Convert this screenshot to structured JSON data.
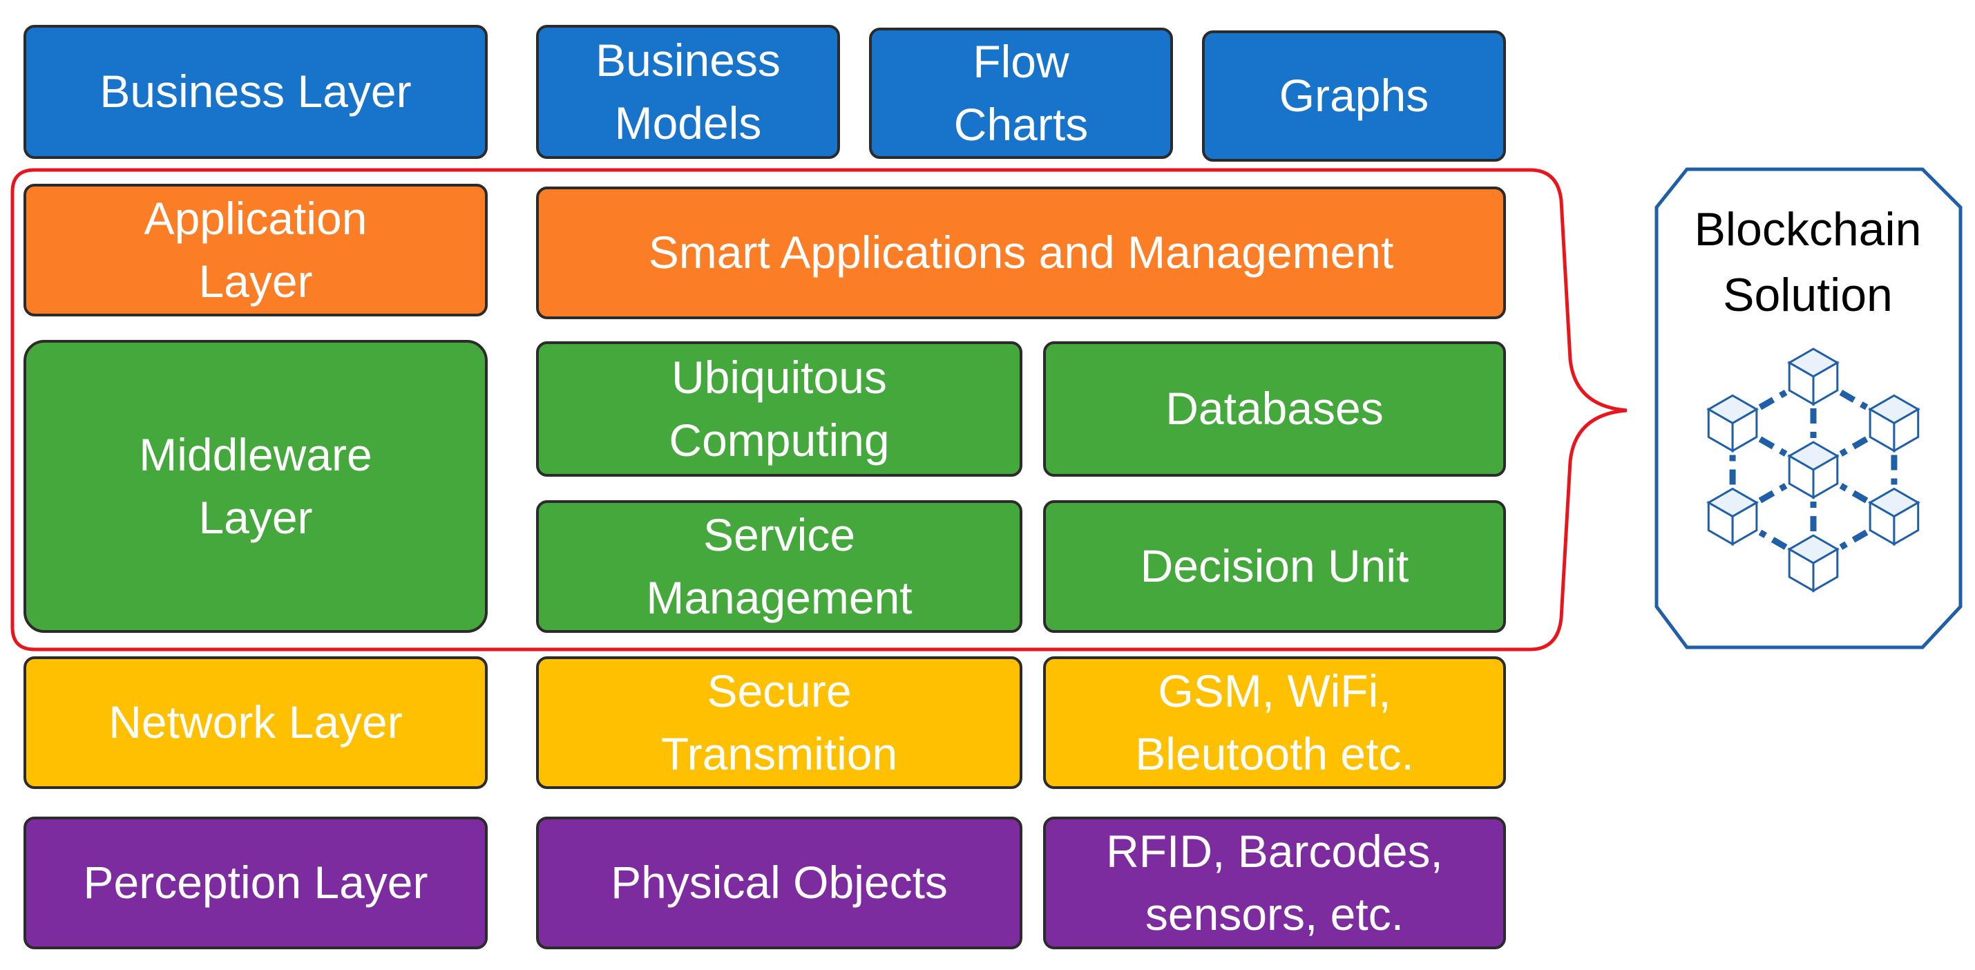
{
  "business": {
    "layer": "Business Layer",
    "models": "Business\nModels",
    "flow": "Flow\nCharts",
    "graphs": "Graphs"
  },
  "application": {
    "layer": "Application\nLayer",
    "smart": "Smart Applications and Management"
  },
  "middleware": {
    "layer": "Middleware\nLayer",
    "ubiquitous": "Ubiquitous\nComputing",
    "databases": "Databases",
    "service": "Service\nManagement",
    "decision": "Decision Unit"
  },
  "network": {
    "layer": "Network Layer",
    "secure": "Secure\nTransmition",
    "gsm": "GSM, WiFi,\nBleutooth etc."
  },
  "perception": {
    "layer": "Perception Layer",
    "objects": "Physical Objects",
    "rfid": "RFID, Barcodes,\nsensors, etc."
  },
  "blockchain": {
    "label": "Blockchain\nSolution",
    "icon": "blockchain-network-icon"
  },
  "colors": {
    "blue": "#1874cb",
    "orange": "#fb7e26",
    "green": "#45a83c",
    "yellow": "#fec000",
    "purple": "#7d2c9f",
    "bracket": "#e8161c",
    "blockchain": "#1f5fa8"
  }
}
